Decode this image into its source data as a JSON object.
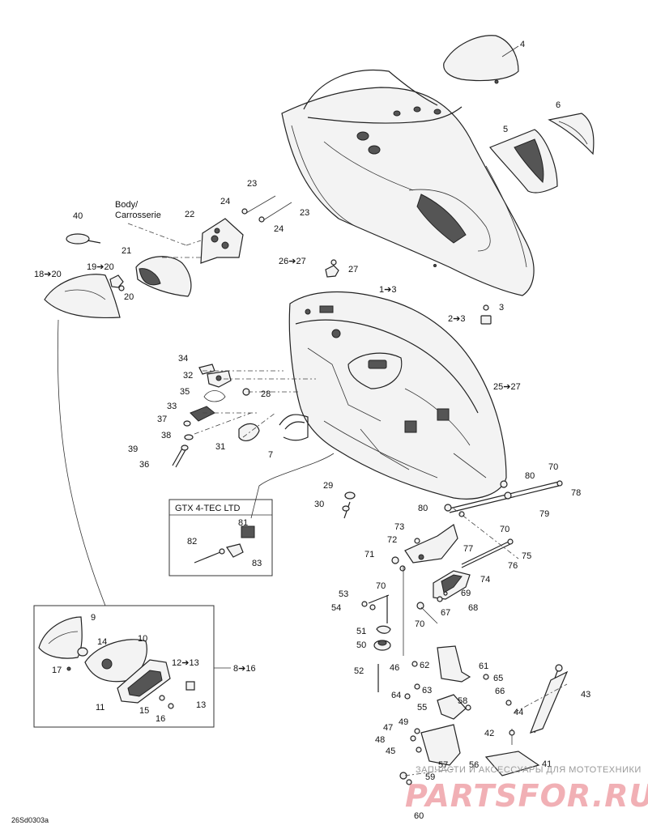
{
  "labels": {
    "l4": "4",
    "l6": "6",
    "l5": "5",
    "l23a": "23",
    "l24a": "24",
    "l23b": "23",
    "l24b": "24",
    "l22": "22",
    "l40": "40",
    "l21": "21",
    "l19": "19➔20",
    "l20": "20",
    "l18": "18➔20",
    "l26": "26➔27",
    "l27": "27",
    "l1": "1➔3",
    "l3": "3",
    "l2": "2➔3",
    "l34": "34",
    "l32": "32",
    "l28": "28",
    "l35": "35",
    "l33": "33",
    "l37": "37",
    "l38": "38",
    "l39": "39",
    "l36": "36",
    "l31": "31",
    "l7": "7",
    "l25": "25➔27",
    "l29": "29",
    "l30": "30",
    "l80a": "80",
    "l70a": "70",
    "l78": "78",
    "l79": "79",
    "l80b": "80",
    "l73": "73",
    "l72": "72",
    "l77": "77",
    "l70b": "70",
    "l75": "75",
    "l71": "71",
    "l76": "76",
    "l70c": "70",
    "l74": "74",
    "l53": "53",
    "l54": "54",
    "l69": "69",
    "l68": "68",
    "l67": "67",
    "l70d": "70",
    "l51": "51",
    "l50": "50",
    "l52": "52",
    "l46": "46",
    "l62": "62",
    "l61": "61",
    "l65": "65",
    "l66": "66",
    "l63": "63",
    "l64": "64",
    "l58": "58",
    "l55": "55",
    "l43": "43",
    "l44": "44",
    "l49": "49",
    "l47": "47",
    "l48": "48",
    "l45": "45",
    "l42": "42",
    "l57": "57",
    "l56": "56",
    "l41": "41",
    "l59": "59",
    "l60": "60",
    "l81": "81",
    "l82": "82",
    "l83": "83",
    "l9": "9",
    "l14": "14",
    "l10": "10",
    "l17": "17",
    "l12": "12➔13",
    "l8": "8➔16",
    "l11": "11",
    "l15": "15",
    "l16": "16",
    "l13": "13"
  },
  "callouts": {
    "body": "Body/",
    "carrosserie": "Carrosserie",
    "gtx_box_title": "GTX 4-TEC LTD"
  },
  "footer": {
    "figure_code": "26Sd0303a"
  },
  "watermark": {
    "line1": "ЗАПЧАСТИ И АКСЕССУАРЫ ДЛЯ МОТОТЕХНИКИ",
    "logo": "PARTSFOR.RU"
  },
  "colors": {
    "line": "#222222",
    "watermark_red": "#d81e2a"
  }
}
